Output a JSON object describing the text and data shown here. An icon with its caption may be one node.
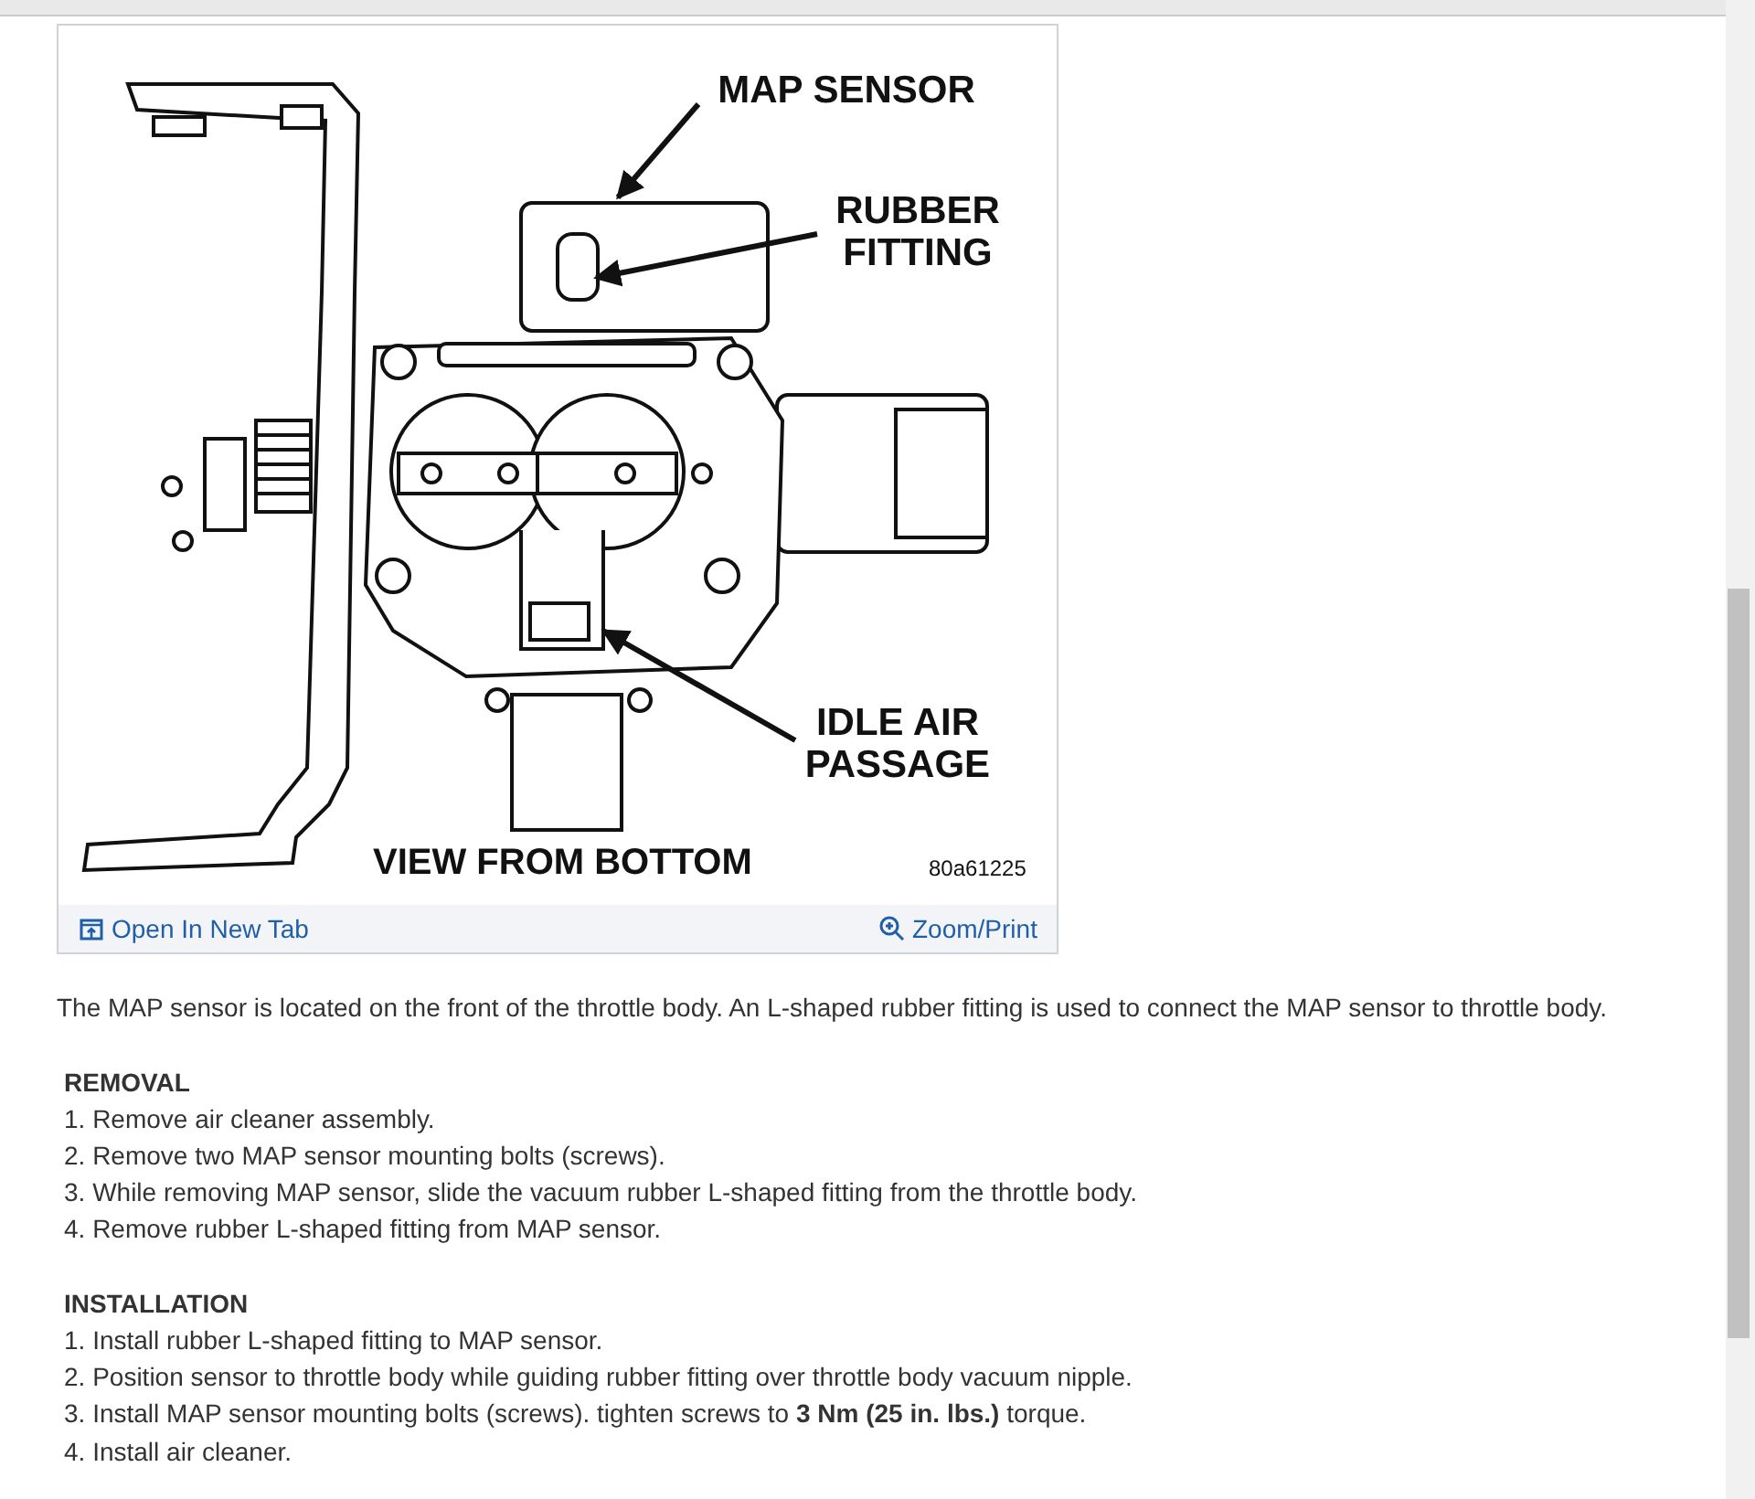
{
  "diagram": {
    "nodes": [
      {
        "text": [
          "MAP SENSOR"
        ]
      },
      {
        "text": [
          "RUBBER FITTING"
        ]
      },
      {
        "text": [
          "IDLE AIR PASSAGE"
        ]
      }
    ],
    "edges": [
      {
        "from": 0,
        "to": null,
        "arrow": "to"
      },
      {
        "from": 1,
        "to": null,
        "arrow": "to"
      },
      {
        "from": 2,
        "to": null,
        "arrow": "to"
      }
    ],
    "labels": [
      "VIEW FROM BOTTOM",
      "80a61225",
      "Open In New Tab",
      "Zoom/Print",
      "The MAP sensor is located on the front of the throttle body. An L-shaped rubber fitting is used to connect the MAP sensor to throttle body.",
      "REMOVAL",
      "1. Remove air cleaner assembly.",
      "2. Remove two MAP sensor mounting bolts (screws).",
      "3. While removing MAP sensor, slide the vacuum rubber L-shaped fitting from the throttle body.",
      "4. Remove rubber L-shaped fitting from MAP sensor.",
      "INSTALLATION",
      "1. Install rubber L-shaped fitting to MAP sensor.",
      "2. Position sensor to throttle body while guiding rubber fitting over throttle body vacuum nipple.",
      "3. Install MAP sensor mounting bolts (screws). tighten screws to **3 Nm (25 in. lbs.)** torque.",
      "4. Install air cleaner."
    ]
  }
}
